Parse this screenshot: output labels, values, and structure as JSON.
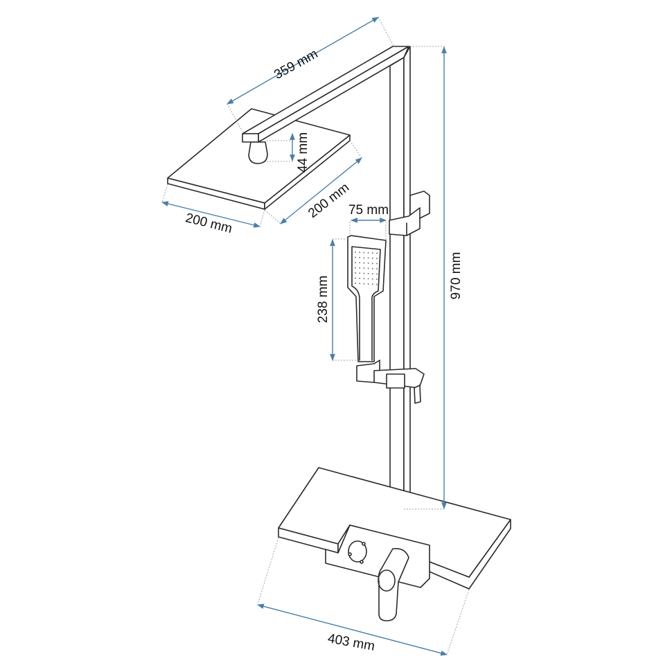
{
  "title": "Shower system dimensions",
  "dimensions": {
    "arm_length": "359 mm",
    "head_height": "44 mm",
    "head_depth": "200 mm",
    "head_width": "200 mm",
    "hand_shower_width": "75 mm",
    "hand_shower_length": "238 mm",
    "total_height": "970 mm",
    "shelf_width": "403 mm"
  },
  "colors": {
    "dimension_line": "#4a7fa8",
    "outline": "#2a2a2a"
  }
}
